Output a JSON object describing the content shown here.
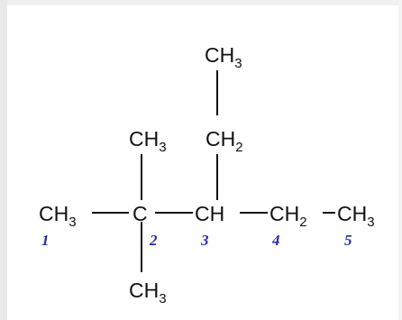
{
  "structure": {
    "top_ch3": {
      "base": "CH",
      "sub": "3"
    },
    "ch2_upper": {
      "base": "CH",
      "sub": "2"
    },
    "ch3_upper_left": {
      "base": "CH",
      "sub": "3"
    },
    "main_chain": [
      {
        "base": "CH",
        "sub": "3"
      },
      {
        "base": "C",
        "sub": ""
      },
      {
        "base": "CH",
        "sub": ""
      },
      {
        "base": "CH",
        "sub": "2"
      },
      {
        "base": "CH",
        "sub": "3"
      }
    ],
    "bottom_ch3": {
      "base": "CH",
      "sub": "3"
    },
    "numbers": [
      "1",
      "2",
      "3",
      "4",
      "5"
    ]
  },
  "colors": {
    "ink": "#111111",
    "numbering": "#2a2aa8"
  }
}
